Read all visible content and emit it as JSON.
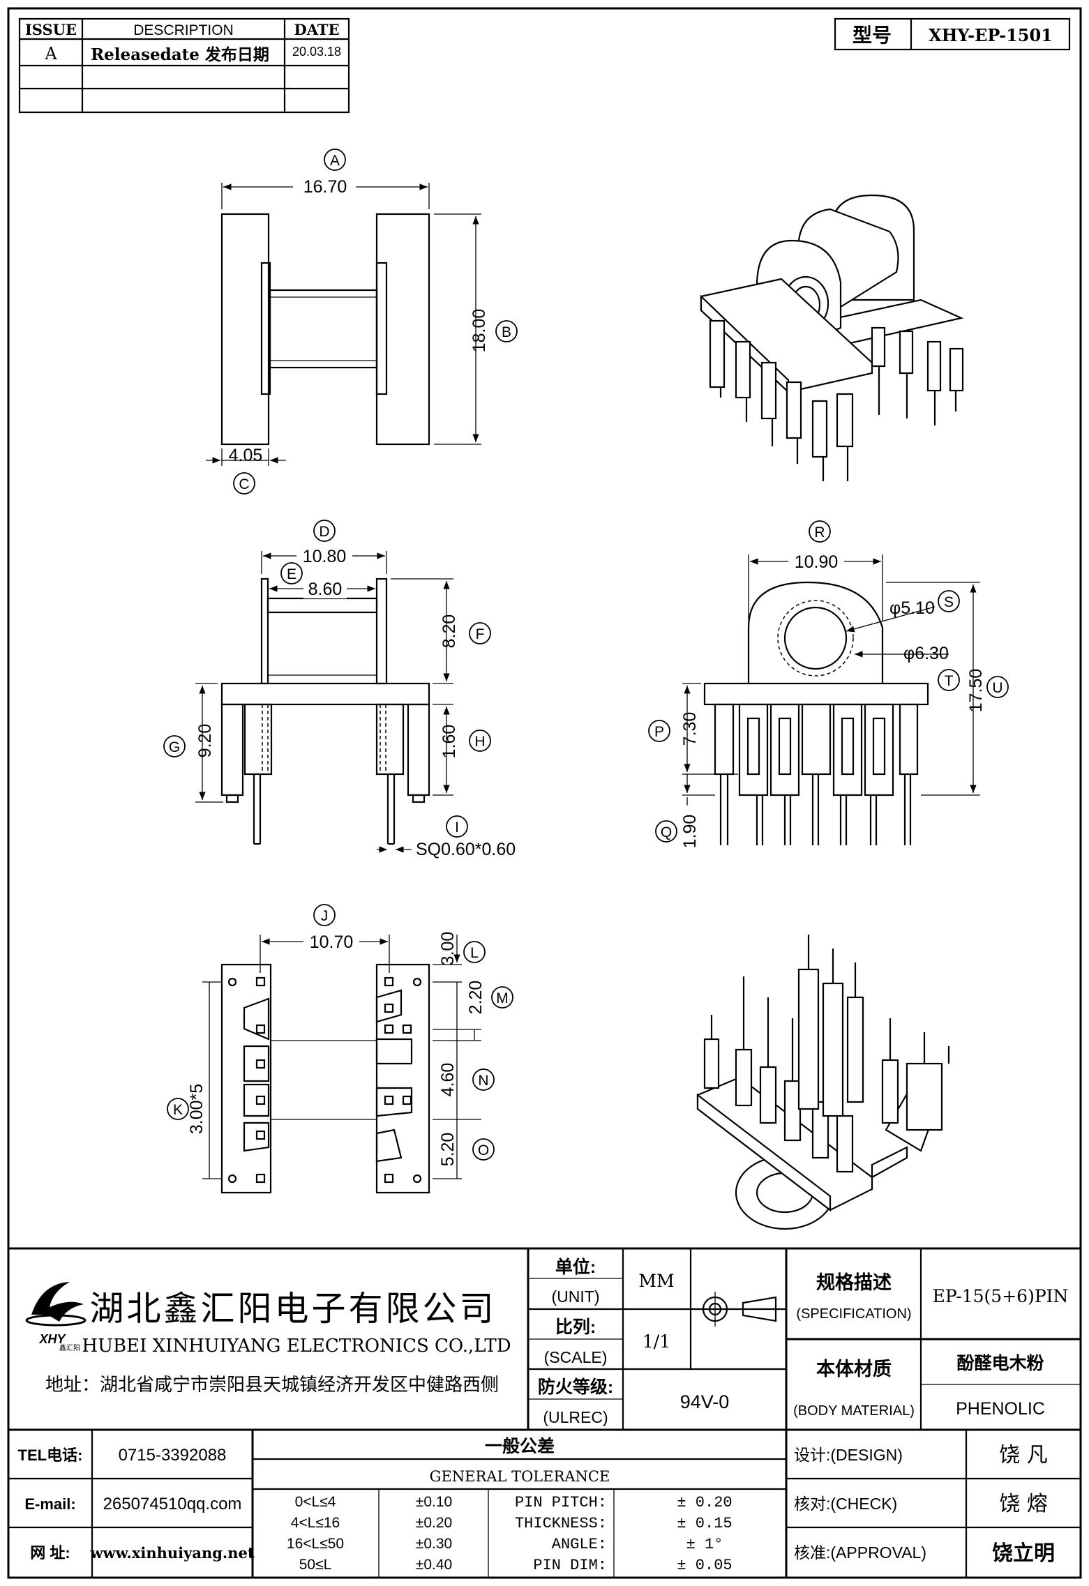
{
  "revision_table": {
    "headers": [
      "ISSUE",
      "DESCRIPTION",
      "DATE"
    ],
    "rows": [
      {
        "issue": "A",
        "description": "Releasedate 发布日期",
        "date": "20.03.18"
      },
      {
        "issue": "",
        "description": "",
        "date": ""
      },
      {
        "issue": "",
        "description": "",
        "date": ""
      }
    ]
  },
  "model": {
    "label": "型号",
    "value": "XHY-EP-1501"
  },
  "dimensions": {
    "A": {
      "tag": "A",
      "value": "16.70"
    },
    "B": {
      "tag": "B",
      "value": "18.00"
    },
    "C": {
      "tag": "C",
      "value": "4.05"
    },
    "D": {
      "tag": "D",
      "value": "10.80"
    },
    "E": {
      "tag": "E",
      "value": "8.60"
    },
    "F": {
      "tag": "F",
      "value": "8.20"
    },
    "G": {
      "tag": "G",
      "value": "9.20"
    },
    "H": {
      "tag": "H",
      "value": "1.60"
    },
    "I": {
      "tag": "I",
      "value": "SQ0.60*0.60"
    },
    "J": {
      "tag": "J",
      "value": "10.70"
    },
    "K": {
      "tag": "K",
      "value": "3.00*5"
    },
    "L": {
      "tag": "L",
      "value": "3.00"
    },
    "M": {
      "tag": "M",
      "value": "2.20"
    },
    "N": {
      "tag": "N",
      "value": "4.60"
    },
    "O": {
      "tag": "O",
      "value": "5.20"
    },
    "P": {
      "tag": "P",
      "value": "7.30"
    },
    "Q": {
      "tag": "Q",
      "value": "1.90"
    },
    "R": {
      "tag": "R",
      "value": "10.90"
    },
    "S": {
      "tag": "S",
      "value": "φ5.10"
    },
    "T": {
      "tag": "T",
      "value": "φ6.30"
    },
    "U": {
      "tag": "U",
      "value": "17.50"
    }
  },
  "title_block": {
    "company_cn": "湖北鑫汇阳电子有限公司",
    "company_en": "HUBEI XINHUIYANG ELECTRONICS CO.,LTD",
    "logo_text": "XHY",
    "logo_sub": "鑫汇阳",
    "address": "地址：湖北省咸宁市崇阳县天城镇经济开发区中健路西侧",
    "unit_label": "单位:",
    "unit_label_en": "(UNIT)",
    "unit_value": "MM",
    "scale_label": "比列:",
    "scale_label_en": "(SCALE)",
    "scale_value": "1/1",
    "flame_label": "防火等级:",
    "flame_label_en": "(ULREC)",
    "flame_value": "94V-0",
    "spec_label": "规格描述",
    "spec_label_en": "(SPECIFICATION)",
    "spec_value": "EP-15(5+6)PIN",
    "material_label": "本体材质",
    "material_label_en": "(BODY MATERIAL)",
    "material_value_cn": "酚醛电木粉",
    "material_value_en": "PHENOLIC",
    "tel_label": "TEL电话:",
    "tel_value": "0715-3392088",
    "email_label": "E-mail:",
    "email_value": "265074510qq.com",
    "web_label": "网  址:",
    "web_value": "www.xinhuiyang.net",
    "tolerance_title_cn": "一般公差",
    "tolerance_title_en": "GENERAL TOLERANCE",
    "tolerance_ranges": [
      {
        "range": "0<L≤4",
        "tol": "±0.10"
      },
      {
        "range": "4<L≤16",
        "tol": "±0.20"
      },
      {
        "range": "16<L≤50",
        "tol": "±0.30"
      },
      {
        "range": "50≤L",
        "tol": "±0.40"
      }
    ],
    "tolerance_specs": [
      {
        "name": "PIN PITCH:",
        "tol": "± 0.20"
      },
      {
        "name": "THICKNESS:",
        "tol": "± 0.15"
      },
      {
        "name": "ANGLE:",
        "tol": "± 1°"
      },
      {
        "name": "PIN DIM:",
        "tol": "± 0.05"
      }
    ],
    "design_label": "设计:(DESIGN)",
    "design_value": "饶  凡",
    "check_label": "核对:(CHECK)",
    "check_value": "饶  熔",
    "approval_label": "核准:(APPROVAL)",
    "approval_value": "饶立明"
  }
}
